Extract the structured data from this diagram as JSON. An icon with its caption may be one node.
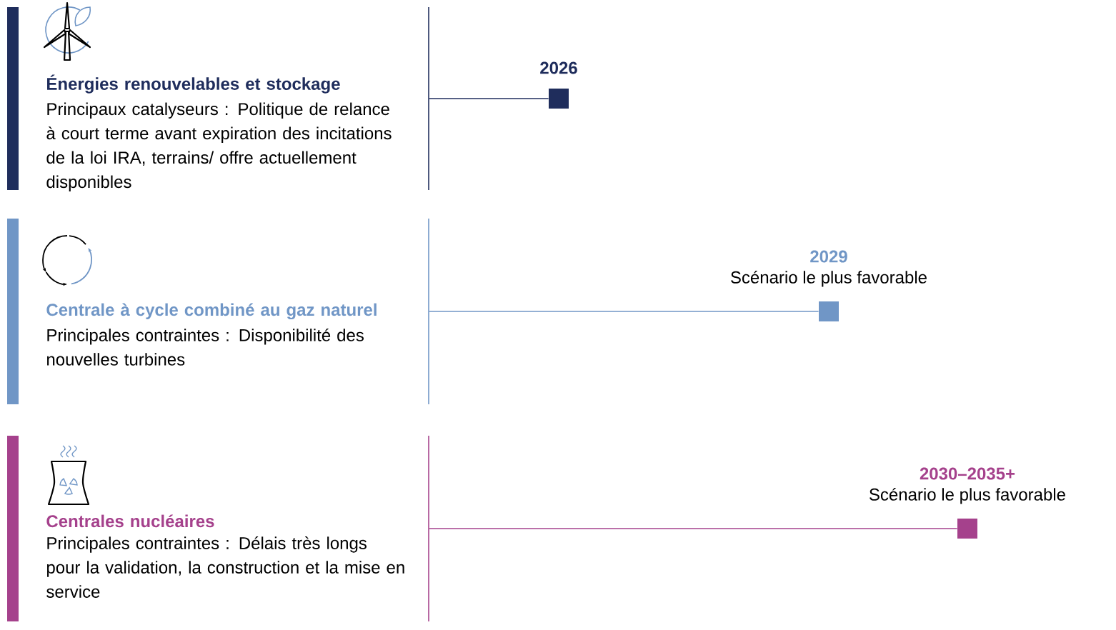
{
  "diagram": {
    "nodes": [
      {
        "text": [
          "Énergies renouvelables et stockage",
          "Principaux catalyseurs : Politique de relance à court terme avant expiration des incitations de la loi IRA, terrains/ offre actuellement disponibles"
        ]
      },
      {
        "text": [],
        "shape": "box",
        "beside": [
          "2026"
        ]
      },
      {
        "text": [
          "Centrale à cycle combiné au gaz naturel",
          "Principales contraintes : Disponibilité des nouvelles turbines"
        ]
      },
      {
        "text": [],
        "shape": "box",
        "beside": [
          "2029",
          "Scénario le plus favorable"
        ]
      },
      {
        "text": [
          "Centrales nucléaires",
          "Principales contraintes : Délais très longs pour la validation, la construction et la mise en service"
        ]
      },
      {
        "text": [],
        "shape": "box",
        "beside": [
          "2030–2035+",
          "Scénario le plus favorable"
        ]
      }
    ],
    "edges": [
      {
        "from": 0,
        "to": 1,
        "arrow": "none",
        "color": "#1f2d5c"
      },
      {
        "from": 2,
        "to": 3,
        "arrow": "none",
        "color": "#7096c6"
      },
      {
        "from": 4,
        "to": 5,
        "arrow": "none",
        "color": "#a5418c"
      }
    ]
  }
}
